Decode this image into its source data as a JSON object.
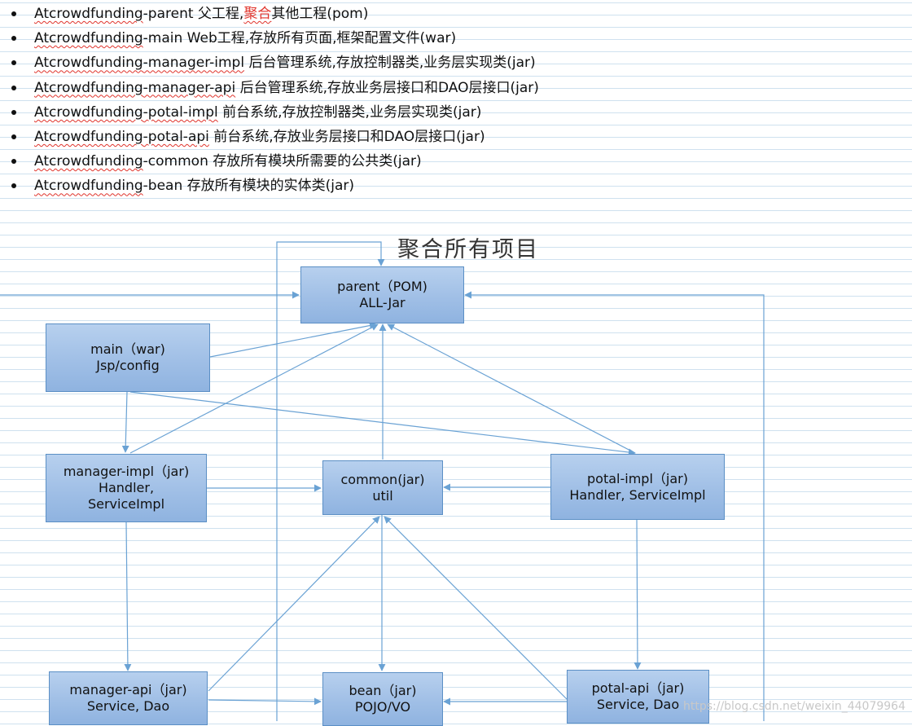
{
  "bullets": [
    {
      "name": "Atcrowdfunding",
      "module": "-parent",
      "desc_a": " 父工程,",
      "desc_red": "聚合",
      "desc_b": "其他工程(pom)"
    },
    {
      "name": "Atcrowdfunding",
      "module": "-main",
      "desc_a": " Web工程,存放所有页面,框架配置文件(war)",
      "desc_red": "",
      "desc_b": ""
    },
    {
      "name": "Atcrowdfunding",
      "module": "-manager-impl",
      "desc_a": " 后台管理系统,存放控制器类,业务层实现类(jar)",
      "desc_red": "",
      "desc_b": ""
    },
    {
      "name": "Atcrowdfunding",
      "module": "-manager-api",
      "desc_a": " 后台管理系统,存放业务层接口和DAO层接口(jar)",
      "desc_red": "",
      "desc_b": ""
    },
    {
      "name": "Atcrowdfunding",
      "module": "-potal-impl",
      "desc_a": " 前台系统,存放控制器类,业务层实现类(jar)",
      "desc_red": "",
      "desc_b": ""
    },
    {
      "name": "Atcrowdfunding",
      "module": "-potal-api",
      "desc_a": " 前台系统,存放业务层接口和DAO层接口(jar)",
      "desc_red": "",
      "desc_b": ""
    },
    {
      "name": "Atcrowdfunding",
      "module": "-common",
      "desc_a": " 存放所有模块所需要的公共类(jar)",
      "desc_red": "",
      "desc_b": ""
    },
    {
      "name": "Atcrowdfunding",
      "module": "-bean",
      "desc_a": " 存放所有模块的实体类(jar)",
      "desc_red": "",
      "desc_b": ""
    }
  ],
  "diagram": {
    "title": "聚合所有项目",
    "nodes": {
      "parent": {
        "line1": "parent（POM)",
        "line2": "ALL-Jar",
        "line3": ""
      },
      "main": {
        "line1": "main（war)",
        "line2": "Jsp/config",
        "line3": ""
      },
      "manager_impl": {
        "line1": "manager-impl（jar)",
        "line2": "Handler,",
        "line3": "ServiceImpl"
      },
      "common": {
        "line1": "common(jar)",
        "line2": "util",
        "line3": ""
      },
      "potal_impl": {
        "line1": "potal-impl（jar)",
        "line2": "Handler, ServiceImpl",
        "line3": ""
      },
      "manager_api": {
        "line1": "manager-api（jar)",
        "line2": "Service, Dao",
        "line3": ""
      },
      "bean": {
        "line1": "bean（jar)",
        "line2": "POJO/VO",
        "line3": ""
      },
      "potal_api": {
        "line1": "potal-api（jar)",
        "line2": "Service, Dao",
        "line3": ""
      }
    }
  },
  "watermark": "https://blog.csdn.net/weixin_44079964",
  "colors": {
    "box_fill": "#a0bfe6",
    "box_border": "#5b8fc5",
    "connector": "#6aa2d4",
    "squiggle": "#e0342c",
    "highlight_text": "#e0342c",
    "ruled_line": "#cfe1ef"
  }
}
